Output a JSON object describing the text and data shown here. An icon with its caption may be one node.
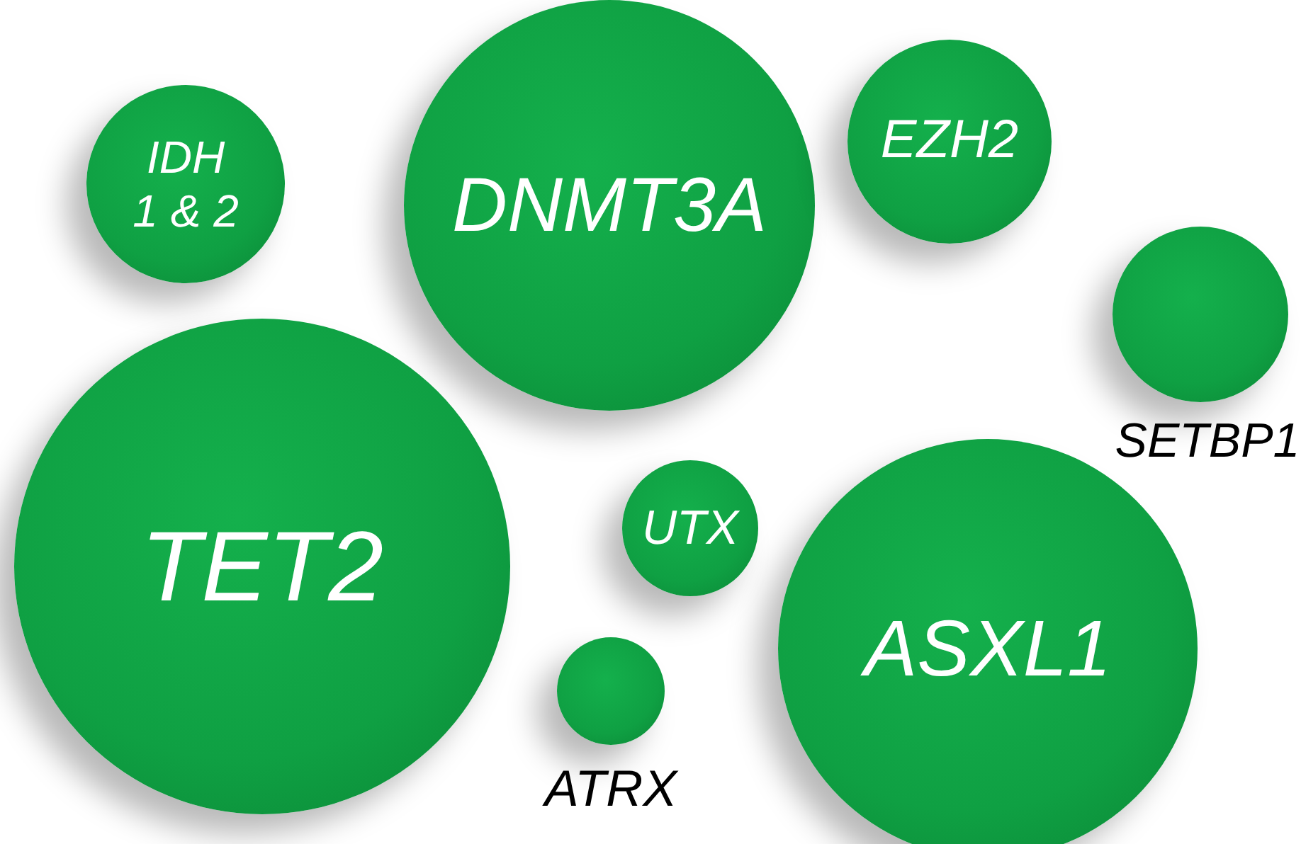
{
  "diagram": {
    "nodes": [
      {
        "text": [
          "IDH 1 & 2"
        ]
      },
      {
        "text": [
          "DNMT3A"
        ]
      },
      {
        "text": [
          "EZH2"
        ]
      },
      {
        "text": [],
        "shape": "circle",
        "beside": [
          "SETBP1"
        ]
      },
      {
        "text": [
          "TET2"
        ]
      },
      {
        "text": [
          "UTX"
        ]
      },
      {
        "text": [
          "ASXL1"
        ]
      },
      {
        "text": [],
        "shape": "circle",
        "beside": [
          "ATRX"
        ]
      }
    ]
  }
}
